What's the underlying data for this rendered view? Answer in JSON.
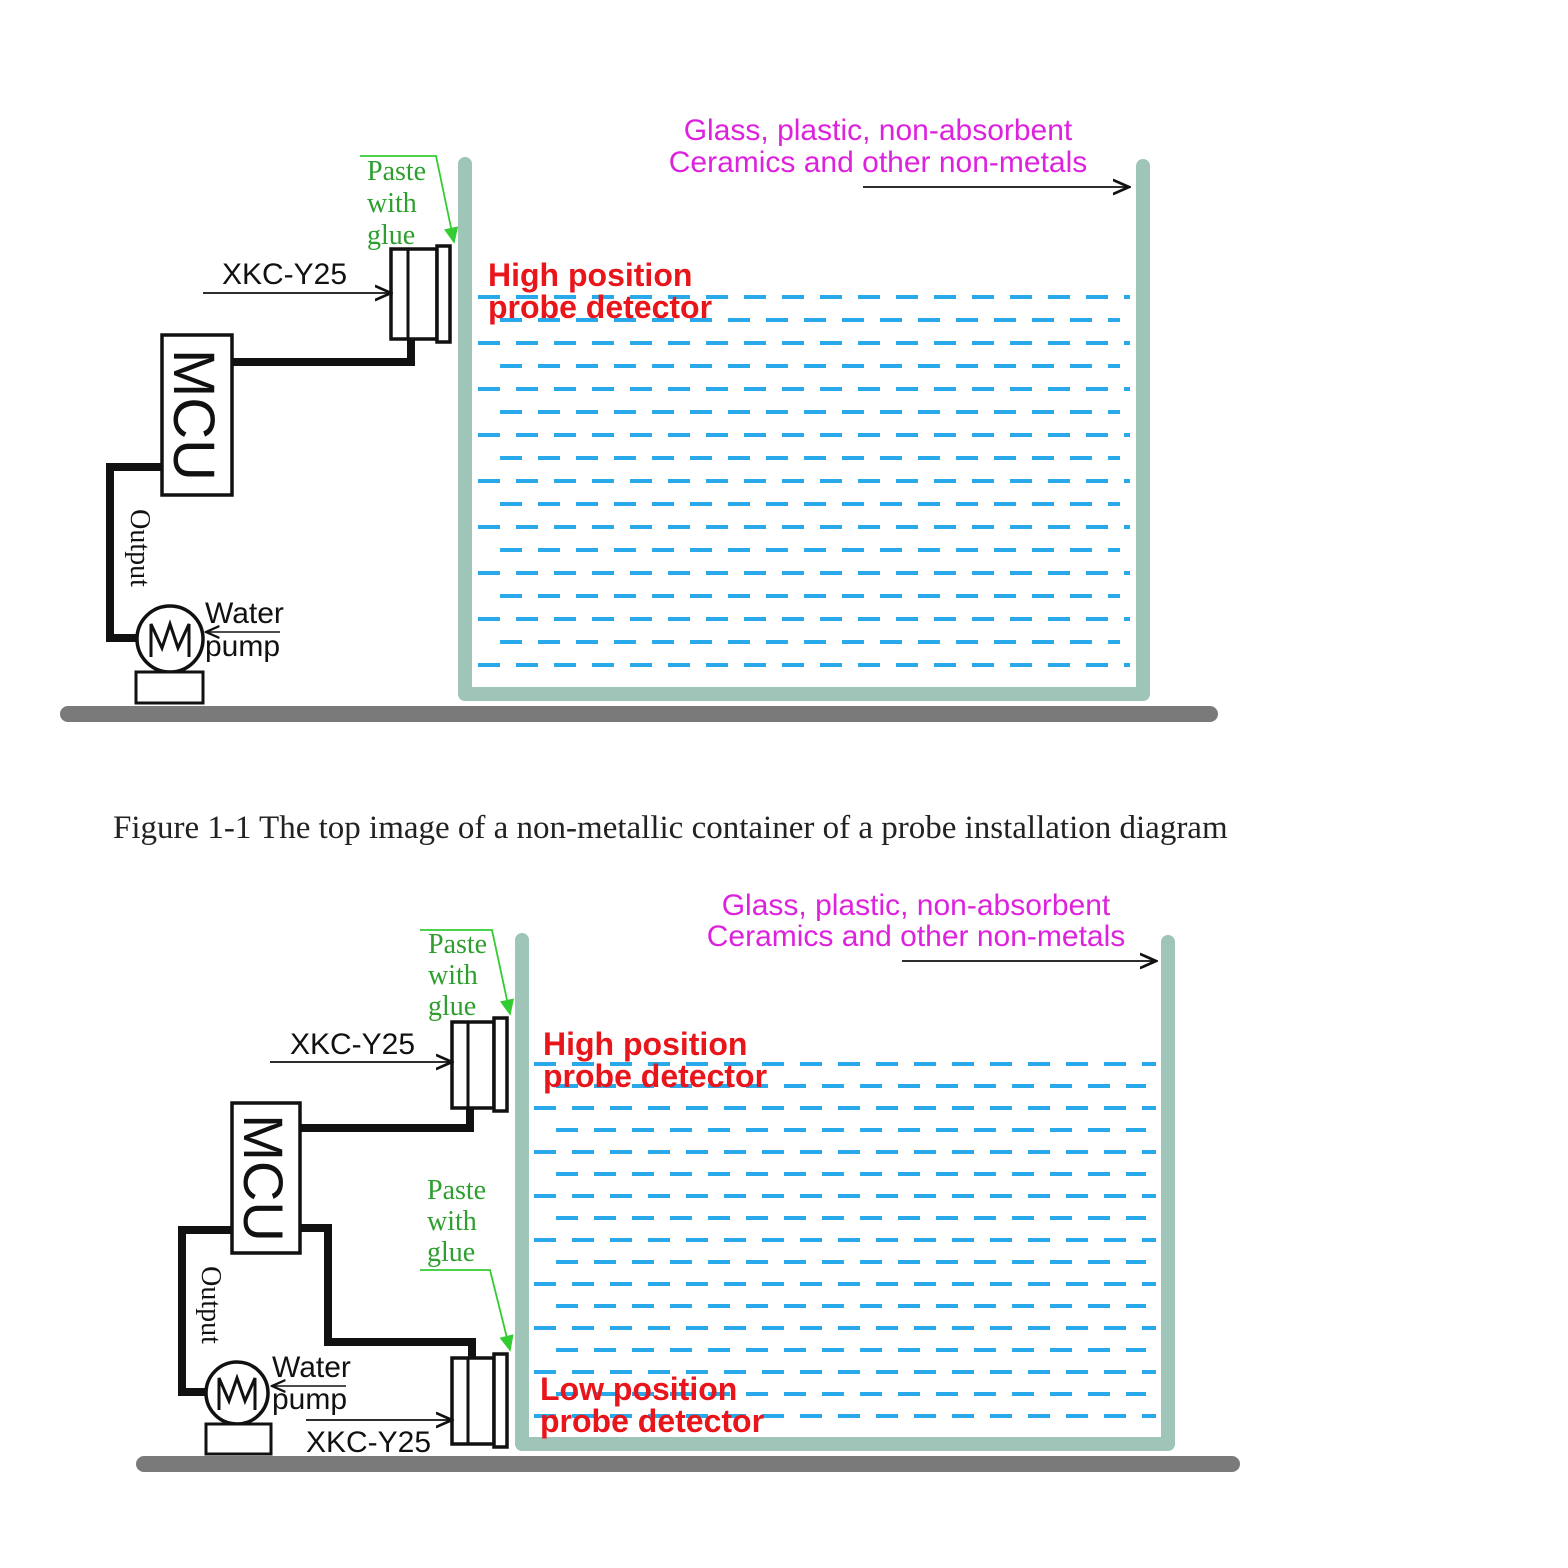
{
  "colors": {
    "container_wall": "#9fc4b8",
    "water_dash": "#29a8ea",
    "ground": "#7a7a7a",
    "material_text": "#dd22dd",
    "glue_text": "#2e9e2e",
    "glue_arrow": "#33cc33",
    "detector_text": "#e8151b",
    "wire": "#111111"
  },
  "top_diagram": {
    "material_line1": "Glass, plastic, non-absorbent",
    "material_line2": "Ceramics and other non-metals",
    "glue": [
      "Paste",
      "with",
      "glue"
    ],
    "sensor_label": "XKC-Y25",
    "high_detector_line1": "High position",
    "high_detector_line2": "probe detector",
    "mcu_label": "MCU",
    "output_label": "Output",
    "pump_line1": "Water",
    "pump_line2": "pump"
  },
  "caption": "Figure 1-1 The top image of a non-metallic container of a probe installation diagram",
  "bottom_diagram": {
    "material_line1": "Glass, plastic, non-absorbent",
    "material_line2": "Ceramics and other non-metals",
    "glue_high": [
      "Paste",
      "with",
      "glue"
    ],
    "glue_low": [
      "Paste",
      "with",
      "glue"
    ],
    "sensor_label_high": "XKC-Y25",
    "sensor_label_low": "XKC-Y25",
    "high_detector_line1": "High position",
    "high_detector_line2": "probe detector",
    "low_detector_line1": "Low position",
    "low_detector_line2": "probe detector",
    "mcu_label": "MCU",
    "output_label": "Output",
    "pump_line1": "Water",
    "pump_line2": "pump"
  }
}
